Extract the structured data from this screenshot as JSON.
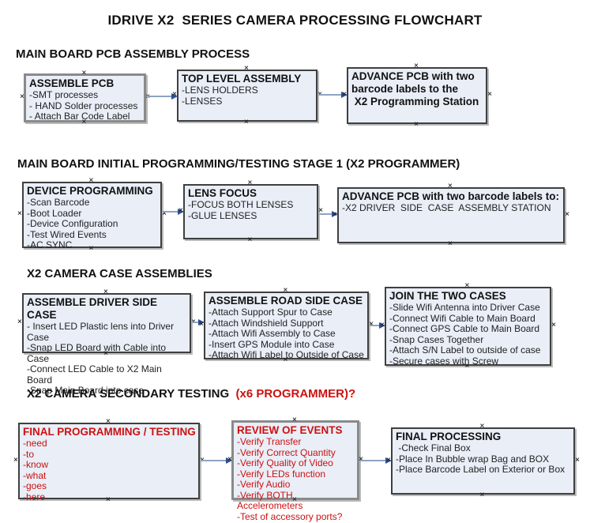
{
  "title": "IDRIVE X2  SERIES CAMERA PROCESSING FLOWCHART",
  "icons": {
    "handle_glyph": "×"
  },
  "colors": {
    "box_fill": "#e9eef7",
    "box_border": "#3f3f3f",
    "selected_box_border": "#8a8a8a",
    "arrow_line": "#8fa3c2",
    "arrow_head": "#2d4f97",
    "alert_red": "#cc1111",
    "text_black": "#111111"
  },
  "sections": [
    {
      "heading": "MAIN BOARD PCB ASSEMBLY PROCESS",
      "heading_suffix": "",
      "boxes": [
        {
          "title": "ASSEMBLE PCB",
          "items": [
            "-SMT processes",
            "- HAND Solder processes",
            "- Attach Bar Code Label"
          ]
        },
        {
          "title": "TOP LEVEL ASSEMBLY",
          "items": [
            "-LENS HOLDERS",
            "-LENSES"
          ]
        },
        {
          "title": "ADVANCE PCB with two\nbarcode labels to the\n X2 Programming Station",
          "items": []
        }
      ]
    },
    {
      "heading": "MAIN BOARD INITIAL PROGRAMMING/TESTING STAGE 1 (X2 PROGRAMMER)",
      "heading_suffix": "",
      "boxes": [
        {
          "title": "DEVICE PROGRAMMING",
          "items": [
            "-Scan Barcode",
            "-Boot Loader",
            "-Device Configuration",
            "-Test Wired Events",
            "-AC SYNC"
          ]
        },
        {
          "title": "LENS FOCUS",
          "items": [
            "-FOCUS BOTH LENSES",
            "-GLUE LENSES"
          ]
        },
        {
          "title": "ADVANCE PCB with two barcode labels to:",
          "items": [
            "-X2 DRIVER  SIDE  CASE  ASSEMBLY STATION"
          ]
        }
      ]
    },
    {
      "heading": "X2 CAMERA CASE ASSEMBLIES",
      "heading_suffix": "",
      "boxes": [
        {
          "title": "ASSEMBLE DRIVER SIDE CASE",
          "items": [
            "- Insert LED Plastic lens into Driver Case",
            "-Snap LED Board with Cable into Case",
            "-Connect LED Cable to X2 Main Board",
            "-Snap Main Board into case"
          ]
        },
        {
          "title": "ASSEMBLE ROAD SIDE CASE",
          "items": [
            "-Attach Support Spur to Case",
            "-Attach Windshield Support",
            "-Attach Wifi Assembly to Case",
            "-Insert GPS Module into Case",
            "-Attach Wifi Label to Outside of Case"
          ]
        },
        {
          "title": "JOIN THE TWO CASES",
          "items": [
            "-Slide Wifi Antenna into Driver Case",
            "-Connect Wifi Cable to Main Board",
            "-Connect GPS Cable to Main Board",
            "-Snap Cases Together",
            "-Attach S/N Label to outside of case",
            "-Secure cases with Screw"
          ]
        }
      ]
    },
    {
      "heading": "X2 CAMERA SECONDARY TESTING  ",
      "heading_suffix": "(x6 PROGRAMMER)?",
      "boxes": [
        {
          "title": "FINAL PROGRAMMING / TESTING",
          "items": [
            "-need",
            "-to",
            "-know",
            "-what",
            "-goes",
            "-here"
          ]
        },
        {
          "title": "REVIEW OF EVENTS",
          "items": [
            "-Verify Transfer",
            "-Verify Correct Quantity",
            "-Verify Quality of Video",
            "-Verify LEDs function",
            "-Verify Audio",
            "-Verify BOTH Accelerometers",
            "-Test of accessory ports?"
          ]
        },
        {
          "title": "FINAL PROCESSING",
          "items": [
            " -Check Final Box",
            "-Place In Bubble wrap Bag and BOX",
            "-Place Barcode Label on Exterior or Box"
          ]
        }
      ]
    }
  ]
}
